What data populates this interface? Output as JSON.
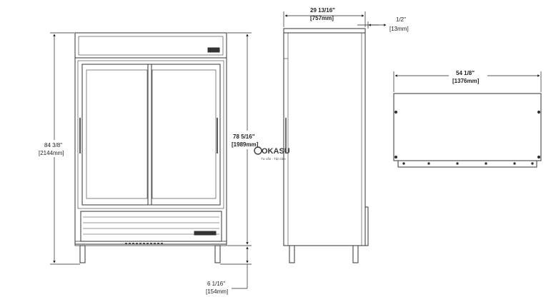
{
  "front_view": {
    "overall_height": {
      "imperial": "84 3/8\"",
      "metric": "[2144mm]"
    },
    "door_height": {
      "imperial": "78 5/16\"",
      "metric": "[1989mm]"
    },
    "leg_height": {
      "imperial": "6 1/16\"",
      "metric": "[154mm]"
    }
  },
  "side_view": {
    "depth": {
      "imperial": "29 13/16\"",
      "metric": "[757mm]"
    },
    "offset": {
      "imperial": "1/2\"",
      "metric": "[13mm]"
    }
  },
  "top_view": {
    "width": {
      "imperial": "54 1/8\"",
      "metric": "[1376mm]"
    }
  },
  "watermark": {
    "brand": "OKASU",
    "tagline": "Tư vấn - Tận tâm"
  }
}
